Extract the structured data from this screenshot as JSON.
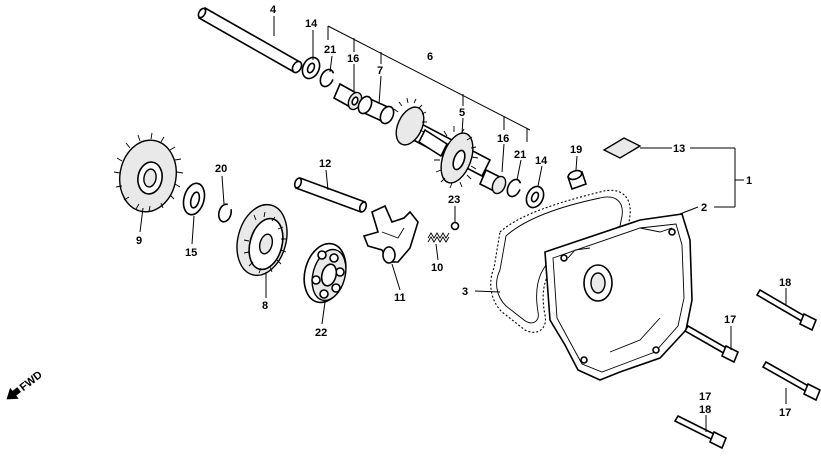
{
  "callouts": {
    "c1": "1",
    "c2": "2",
    "c3": "3",
    "c4": "4",
    "c5": "5",
    "c6": "6",
    "c7": "7",
    "c8": "8",
    "c9": "9",
    "c10": "10",
    "c11": "11",
    "c12": "12",
    "c13": "13",
    "c14a": "14",
    "c14b": "14",
    "c15": "15",
    "c16a": "16",
    "c16b": "16",
    "c17a": "17",
    "c17b": "17",
    "c17c": "17",
    "c18a": "18",
    "c18b": "18",
    "c19": "19",
    "c20": "20",
    "c21a": "21",
    "c21b": "21",
    "c22": "22",
    "c23": "23"
  },
  "direction_label": "FWD"
}
